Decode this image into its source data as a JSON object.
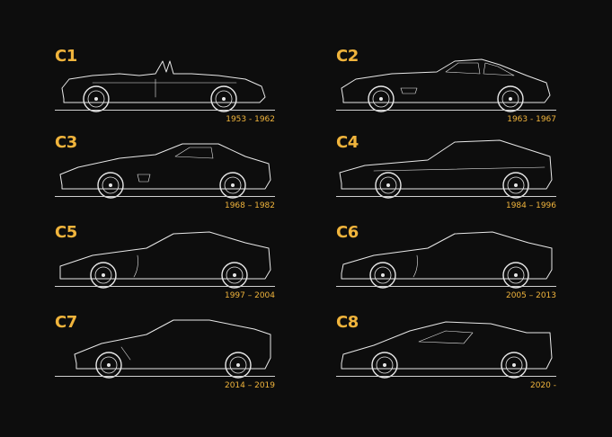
{
  "generations": [
    {
      "id": "C1",
      "years": "1953 - 1962"
    },
    {
      "id": "C2",
      "years": "1963 - 1967"
    },
    {
      "id": "C3",
      "years": "1968 – 1982"
    },
    {
      "id": "C4",
      "years": "1984 – 1996"
    },
    {
      "id": "C5",
      "years": "1997 – 2004"
    },
    {
      "id": "C6",
      "years": "2005 – 2013"
    },
    {
      "id": "C7",
      "years": "2014 – 2019"
    },
    {
      "id": "C8",
      "years": "2020 -"
    }
  ],
  "colors": {
    "background": "#0d0d0d",
    "accent": "#f0b43c",
    "line": "#e8e8e8"
  }
}
